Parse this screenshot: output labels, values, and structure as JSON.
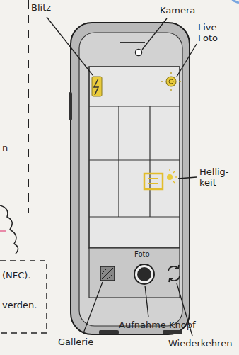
{
  "diagram": {
    "labels": [
      "Blitz",
      "Kamera",
      "Live- Foto",
      "Hellig- keit",
      "Foto",
      "Aufnahme Knopf",
      "Gallerie",
      "Wiederkehren",
      "n",
      "(NFC).",
      "verden."
    ]
  }
}
